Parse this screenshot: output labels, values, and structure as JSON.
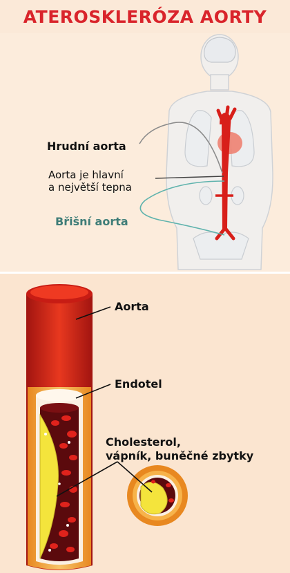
{
  "title": "ATEROSKLERÓZA AORTY",
  "top": {
    "thoracic_label": "Hrudní aorta",
    "main_line1": "Aorta je hlavní",
    "main_line2": "a největší tepna",
    "abdominal_label": "Břišní aorta"
  },
  "bottom": {
    "aorta_label": "Aorta",
    "endothel_label": "Endotel",
    "plaque_line1": "Cholesterol,",
    "plaque_line2": "vápník, buněčné zbytky"
  },
  "colors": {
    "title": "#d9242b",
    "abdominal_label": "#3f7d78",
    "aorta_red": "#d81f1a",
    "plaque_yellow": "#f4e43c"
  }
}
